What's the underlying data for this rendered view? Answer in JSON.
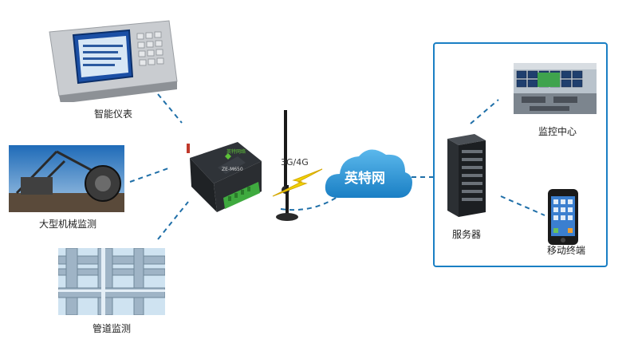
{
  "devices": {
    "smart_meter": "智能仪表",
    "large_machinery": "大型机械监测",
    "pipeline": "管道监测"
  },
  "gateway": {
    "brand": "英特网络",
    "model": "ZE-M650"
  },
  "network_label": "3G/4G",
  "cloud_label": "英特网",
  "server_side": {
    "monitoring_center": "监控中心",
    "server": "服务器",
    "mobile_terminal": "移动终端"
  },
  "colors": {
    "link": "#1f6fa8",
    "frame": "#1a7fc4",
    "cloud": "#1e8ed0",
    "lightning": "#f1d400"
  }
}
